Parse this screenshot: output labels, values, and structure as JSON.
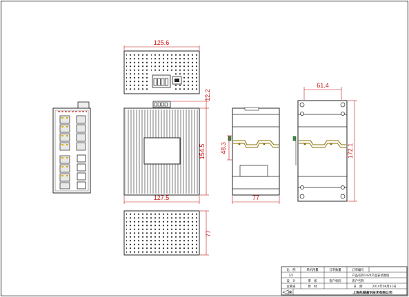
{
  "dimensions": {
    "top_width": "125.6",
    "terminal_height": "12.2",
    "front_width": "127.5",
    "front_height": "154.5",
    "bottom_depth": "77",
    "side_left_width": "77",
    "side_left_height": "48.3",
    "side_right_width": "61.4",
    "side_right_height": "172.1"
  },
  "title_block": {
    "scale_label": "比　例",
    "scale_value": "1/1",
    "unit_label": "单机用量",
    "order_qty_label": "订单数量",
    "order_no_label": "订单编号",
    "drawing_title": "1424产品安装图纸",
    "product_name_label": "产品名称",
    "customer_name_label": "客户名称",
    "design_label": "设　计",
    "check_label": "审　核",
    "customer_code_label": "客户机码",
    "drafter_label": "主要道",
    "approve_label": "原　材",
    "date_label": "日　期",
    "date_value": "2014年06月31日",
    "company": "上海兆越通讯技术有限公司"
  }
}
